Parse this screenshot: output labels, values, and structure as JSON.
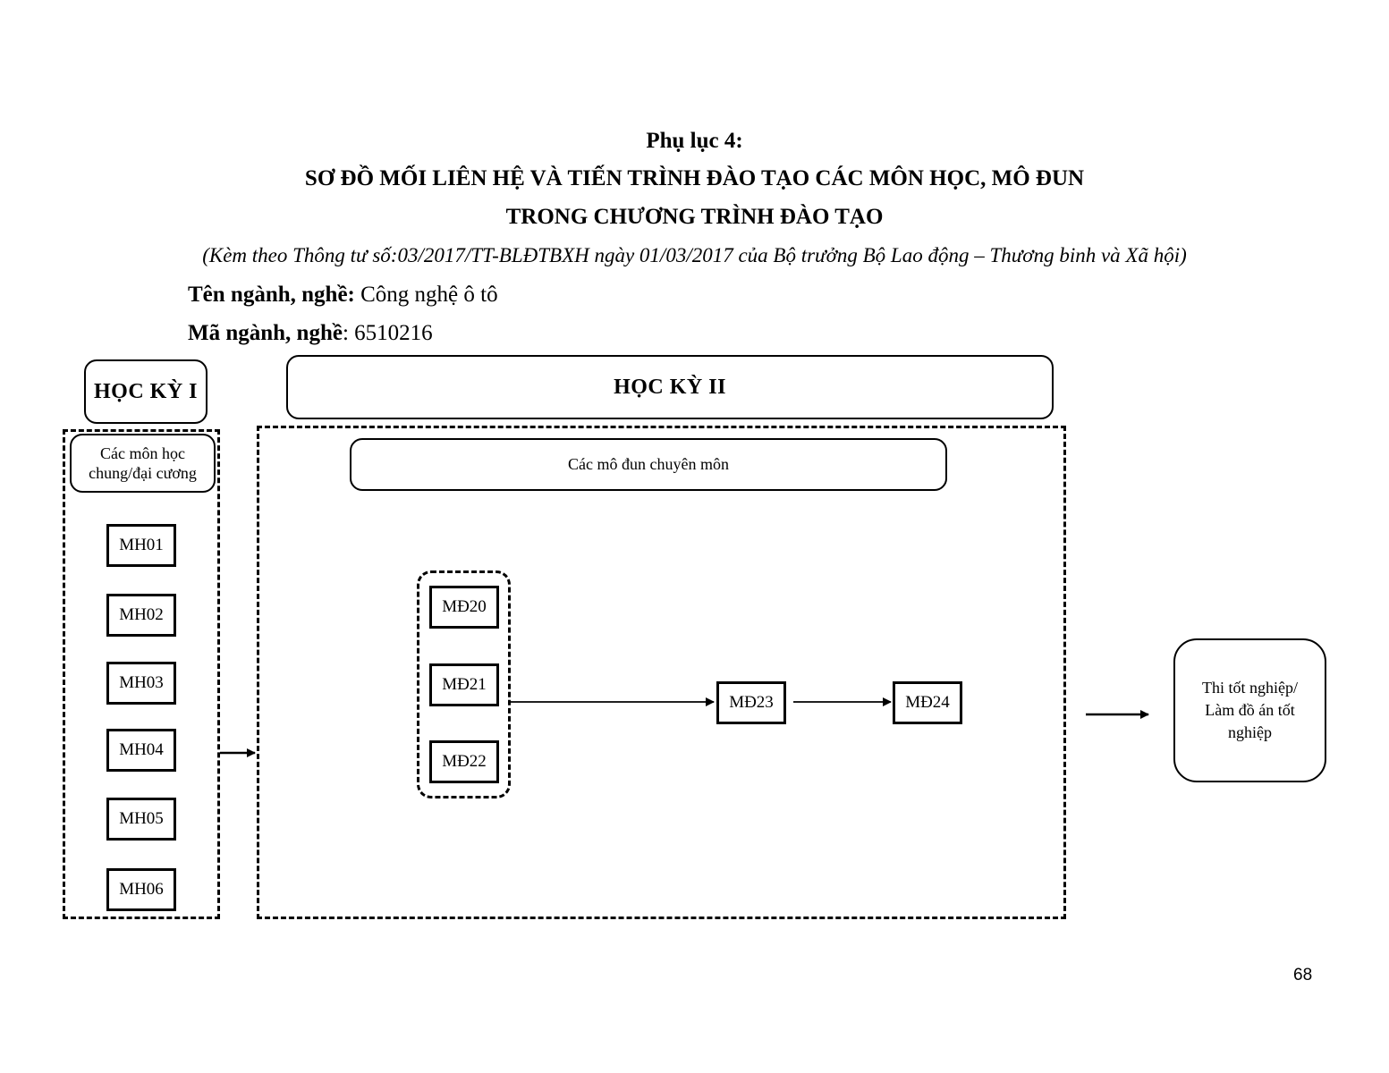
{
  "header": {
    "appendix": "Phụ lục 4:",
    "title_line1": "SƠ ĐỒ MỐI LIÊN HỆ VÀ TIẾN TRÌNH ĐÀO TẠO CÁC MÔN HỌC, MÔ ĐUN",
    "title_line2": "TRONG CHƯƠNG TRÌNH ĐÀO TẠO",
    "subtitle": "(Kèm theo Thông tư số:03/2017/TT-BLĐTBXH ngày 01/03/2017 của Bộ trưởng Bộ Lao động – Thương binh và Xã hội)"
  },
  "info": {
    "major_name_label": "Tên ngành, nghề:",
    "major_name_value": " Công nghệ ô tô",
    "major_code_label": "Mã ngành, nghề",
    "major_code_value": ": 6510216"
  },
  "semester1": {
    "label": "HỌC KỲ I",
    "group_line1": "Các môn học",
    "group_line2": "chung/đại cương",
    "subjects": [
      "MH01",
      "MH02",
      "MH03",
      "MH04",
      "MH05",
      "MH06"
    ]
  },
  "semester2": {
    "label": "HỌC KỲ II",
    "group_label": "Các mô đun chuyên môn",
    "modules_group": [
      "MĐ20",
      "MĐ21",
      "MĐ22"
    ],
    "module_23": "MĐ23",
    "module_24": "MĐ24"
  },
  "final": {
    "line1": "Thi tốt nghiệp/",
    "line2": "Làm đồ án tốt",
    "line3": "nghiệp"
  },
  "page_number": "68"
}
